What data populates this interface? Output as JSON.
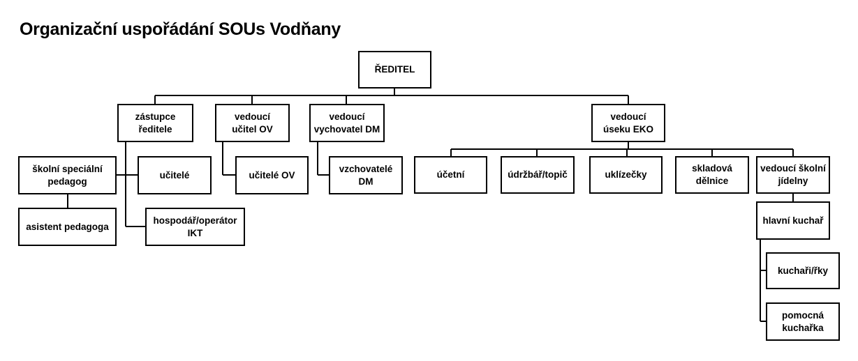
{
  "title": "Organizační uspořádání SOUs Vodňany",
  "nodes": {
    "reditel": "ŘEDITEL",
    "zastupce": "zástupce\nředitele",
    "vedouci_ov": "vedoucí\nučitel OV",
    "vedouci_dm": "vedoucí\nvychovatel DM",
    "vedouci_eko": "vedoucí\núseku EKO",
    "specialni_pedagog": "školní speciální\npedagog",
    "asistent": "asistent pedagoga",
    "ucitele": "učitelé",
    "hospodar": "hospodář/operátor\nIKT",
    "ucitele_ov": "učitelé OV",
    "vychovatele": "vzchovatelé\nDM",
    "ucetni": "účetní",
    "udrzbar": "údržbář/topič",
    "uklizecky": "uklízečky",
    "skladova": "skladová\ndělnice",
    "vedouci_jidelny": "vedoucí školní\njídelny",
    "hlavni_kuchar": "hlavní kuchař",
    "kuchari": "kuchaři/řky",
    "pomocna": "pomocná\nkuchařka"
  }
}
